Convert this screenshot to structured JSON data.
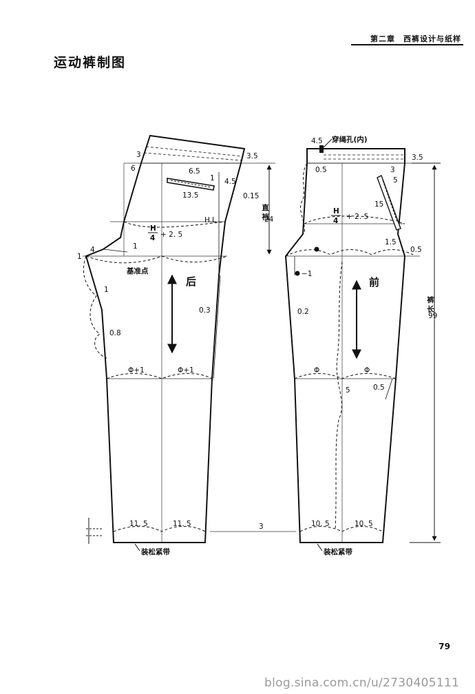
{
  "header": {
    "chapter": "第二章　西裤设计与纸样"
  },
  "page_title": "运动裤制图",
  "page_number": "79",
  "watermark": "blog.sina.com.cn/u/2730405111",
  "back_panel": {
    "name": "后",
    "waist_rise": "3",
    "waist_band_right": "3.5",
    "waist_left": "6",
    "pocket_width": "6.5",
    "pocket_slope": "1",
    "pocket_length": "13.5",
    "pocket_right": "4.5",
    "side_value": "0.15",
    "hip_line_label": "H.L",
    "hip_formula_num": "H",
    "hip_formula_den": "4",
    "hip_formula_add": "+ 2. 5",
    "crotch_ext": "4",
    "crotch_drop": "1",
    "crotch_side": "1",
    "base_point": "基准点",
    "inseam_1": "1",
    "inseam_2": "0.8",
    "side_seam": "0.3",
    "knee_left": "Φ+1",
    "knee_right": "Φ+1",
    "hem_left": "11. 5",
    "hem_right": "11. 5",
    "elastic": "装松紧带"
  },
  "front_panel": {
    "name": "前",
    "drawstring_width": "4.5",
    "drawstring_label": "穿绳孔(内)",
    "waist_band_right": "3.5",
    "waist_left": "0.5",
    "pocket_top": "3",
    "pocket_right": "5",
    "pocket_length": "15",
    "hip_formula_num": "H",
    "hip_formula_den": "4",
    "hip_formula_add": "+ 2. 5",
    "pocket_bottom": "1.5",
    "side_ext": "0.5",
    "crotch_value": "−1",
    "inseam": "0.2",
    "knee_left": "Φ",
    "knee_right": "Φ",
    "knee_side": "0.5",
    "curve_value": "5",
    "hem_left": "10. 5",
    "hem_right": "10. 5",
    "elastic": "装松紧带"
  },
  "dimensions": {
    "rise_label": "直裆",
    "rise_value": "24",
    "length_label": "裤长",
    "length_value": "99",
    "hem_band": "3"
  }
}
